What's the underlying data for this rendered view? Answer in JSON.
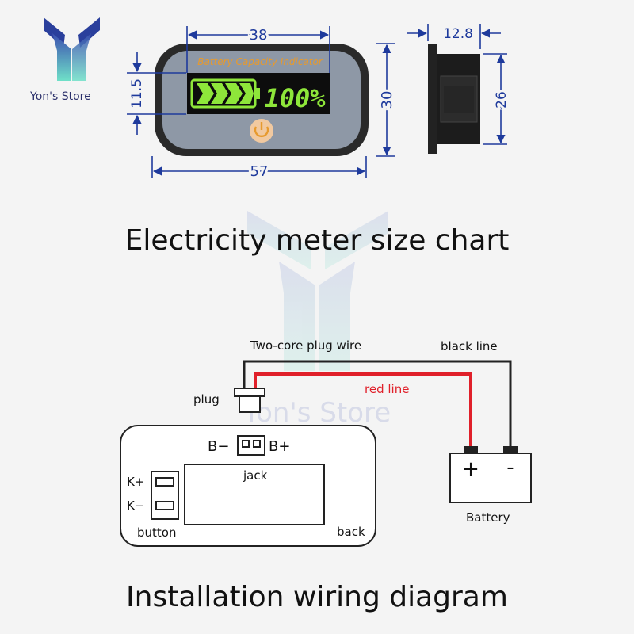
{
  "brand": {
    "name": "Yon's Store",
    "watermark": "Yon's Store"
  },
  "size_chart": {
    "title": "Electricity meter size chart",
    "panel_label": "Battery Capacity Indicator",
    "display_percent": "100%",
    "dims": {
      "top_width": "38",
      "display_height": "11.5",
      "right_height": "30",
      "bottom_width": "57",
      "side_depth": "12.8",
      "side_height": "26"
    }
  },
  "wiring": {
    "title": "Installation wiring diagram",
    "labels": {
      "two_core": "Two-core plug wire",
      "black_line": "black line",
      "red_line": "red line",
      "plug": "plug",
      "b_minus": "B−",
      "b_plus": "B+",
      "jack": "jack",
      "k_plus": "K+",
      "k_minus": "K−",
      "button": "button",
      "back": "back",
      "battery": "Battery",
      "battery_plus": "+",
      "battery_minus": "-"
    }
  },
  "colors": {
    "display_green": "#8ee63a",
    "panel_orange": "#e79a2e",
    "red_wire": "#e0202a",
    "dimension_blue": "#1e3a9c",
    "logo_blue": "#2a3f9c",
    "logo_teal": "#5fd4c4"
  }
}
